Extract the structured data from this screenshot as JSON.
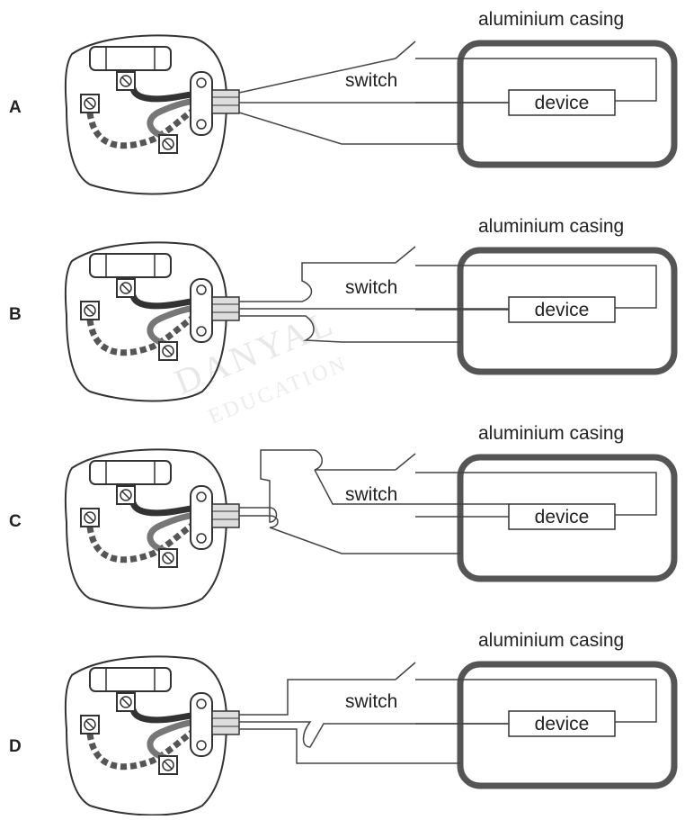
{
  "watermark": {
    "line1": "DANYAL",
    "line2": "EDUCATION"
  },
  "labels": {
    "casing": "aluminium casing",
    "switch": "switch",
    "device": "device"
  },
  "options": [
    {
      "letter": "A",
      "variant": "A"
    },
    {
      "letter": "B",
      "variant": "B"
    },
    {
      "letter": "C",
      "variant": "C"
    },
    {
      "letter": "D",
      "variant": "D"
    }
  ]
}
